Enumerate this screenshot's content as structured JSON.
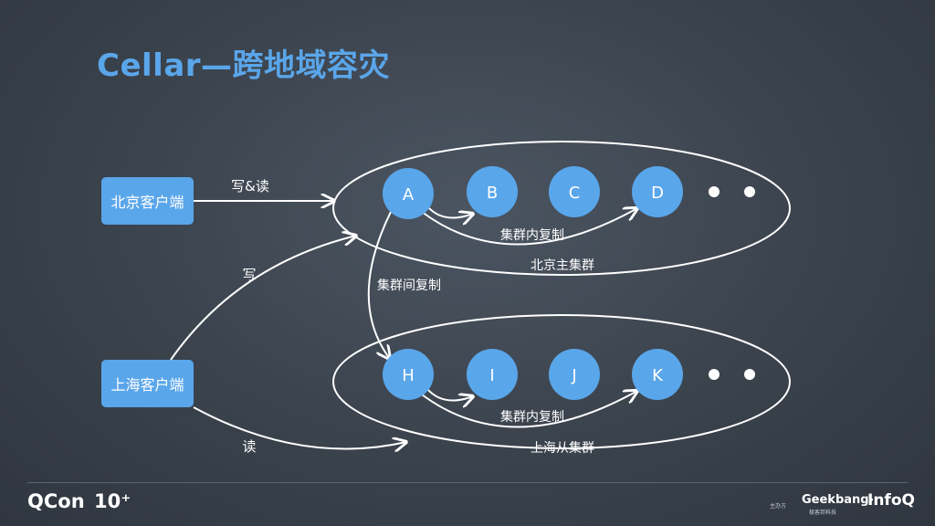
{
  "title": "Cellar—跨地域容灾",
  "clients": {
    "beijing": "北京客户端",
    "shanghai": "上海客户端"
  },
  "edges": {
    "write_read": "写&读",
    "write": "写",
    "read": "读",
    "inter_cluster": "集群间复制"
  },
  "clusters": {
    "beijing": {
      "name": "北京主集群",
      "intra": "集群内复制",
      "nodes": [
        "A",
        "B",
        "C",
        "D"
      ]
    },
    "shanghai": {
      "name": "上海从集群",
      "intra": "集群内复制",
      "nodes": [
        "H",
        "I",
        "J",
        "K"
      ]
    }
  },
  "footer": {
    "qcon": "QCon",
    "qcon_mark": "10⁺",
    "sponsor": "主办方",
    "geekbang": "Geekbang›",
    "geekbang_sub": "极客邦科技",
    "infoq": "InfoQ"
  },
  "colors": {
    "title": "#5aa6ea",
    "node": "#5aa6ea",
    "client_box": "#5aa6ea",
    "line": "#ffffff"
  }
}
